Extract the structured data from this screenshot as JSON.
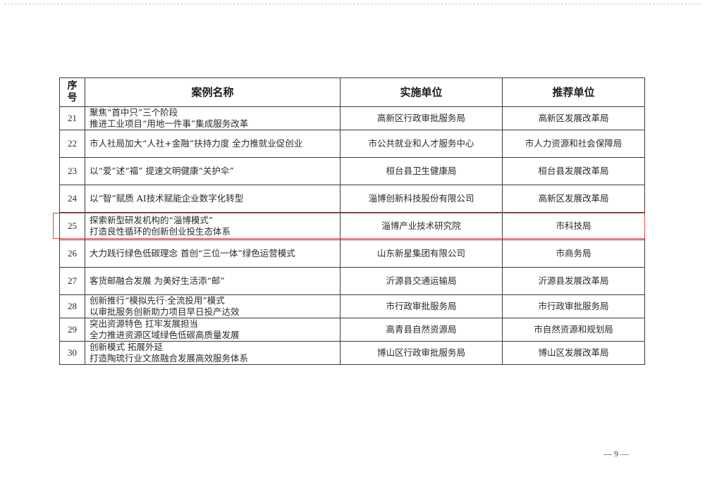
{
  "page_number": "— 9 —",
  "table": {
    "headers": {
      "seq": "序号",
      "case_name": "案例名称",
      "implementing_unit": "实施单位",
      "recommending_unit": "推荐单位"
    },
    "rows": [
      {
        "num": "21",
        "name": [
          "聚焦“首中只”三个阶段",
          "推进工业项目“用地一件事”集成服务改革"
        ],
        "unit": "高新区行政审批服务局",
        "rec": "高新区发展改革局"
      },
      {
        "num": "22",
        "name": [
          "市人社局加大“人社+金融”扶持力度 全力推就业促创业"
        ],
        "unit": "市公共就业和人才服务中心",
        "rec": "市人力资源和社会保障局"
      },
      {
        "num": "23",
        "name": [
          "以“爱”述“福” 提速文明健康“关护伞”"
        ],
        "unit": "桓台县卫生健康局",
        "rec": "桓台县发展改革局"
      },
      {
        "num": "24",
        "name": [
          "以“智”赋质 AI技术赋能企业数字化转型"
        ],
        "unit": "淄博创新科技股份有限公司",
        "rec": "高新区发展改革局"
      },
      {
        "num": "25",
        "name": [
          "探索新型研发机构的“淄博模式”",
          "打造良性循环的创新创业投生态体系"
        ],
        "unit": "淄博产业技术研究院",
        "rec": "市科技局"
      },
      {
        "num": "26",
        "name": [
          "大力践行绿色低碳理念 首创“三位一体”绿色运营模式"
        ],
        "unit": "山东新星集团有限公司",
        "rec": "市商务局"
      },
      {
        "num": "27",
        "name": [
          "客货邮融合发展 为美好生活添“邮”"
        ],
        "unit": "沂源县交通运输局",
        "rec": "沂源县发展改革局"
      },
      {
        "num": "28",
        "name": [
          "创新推行“模拟先行·全流投用”模式",
          "以审批服务创新助力项目早日投产达效"
        ],
        "unit": "市行政审批服务局",
        "rec": "市行政审批服务局"
      },
      {
        "num": "29",
        "name": [
          "突出资源特色 扛牢发展担当",
          "全力推进资源区域绿色低碳高质量发展"
        ],
        "unit": "高青县自然资源局",
        "rec": "市自然资源和规划局"
      },
      {
        "num": "30",
        "name": [
          "创新模式 拓展外延",
          "打造陶琉行业文旅融合发展高效服务体系"
        ],
        "unit": "博山区行政审批服务局",
        "rec": "博山区发展改革局"
      }
    ]
  },
  "colors": {
    "highlight_border": "#e0473f",
    "rule": "#3a3a3a"
  }
}
